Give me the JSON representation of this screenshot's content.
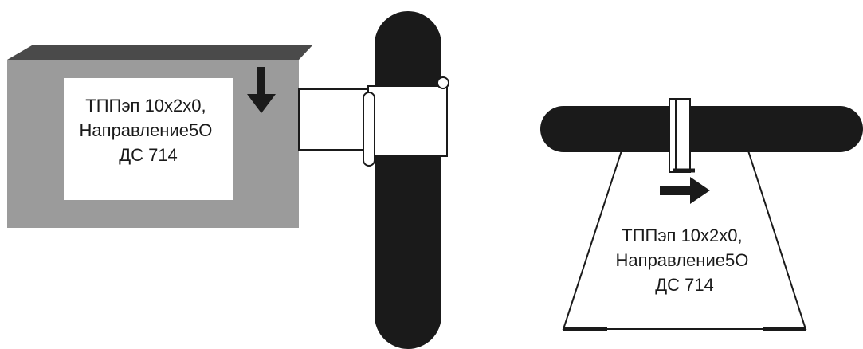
{
  "left_marker": {
    "lines": [
      "ТППэп 10х2х0,",
      "Направление5О",
      "ДС 714"
    ],
    "arrow": "arrow-down-icon"
  },
  "right_marker": {
    "lines": [
      "ТППэп 10х2х0,",
      "Направление5О",
      "ДС 714"
    ],
    "arrow": "arrow-right-icon"
  },
  "colors": {
    "cable": "#1a1a1a",
    "box_front": "#9b9b9b",
    "box_top": "#4a4a4a",
    "label_bg": "#ffffff"
  }
}
